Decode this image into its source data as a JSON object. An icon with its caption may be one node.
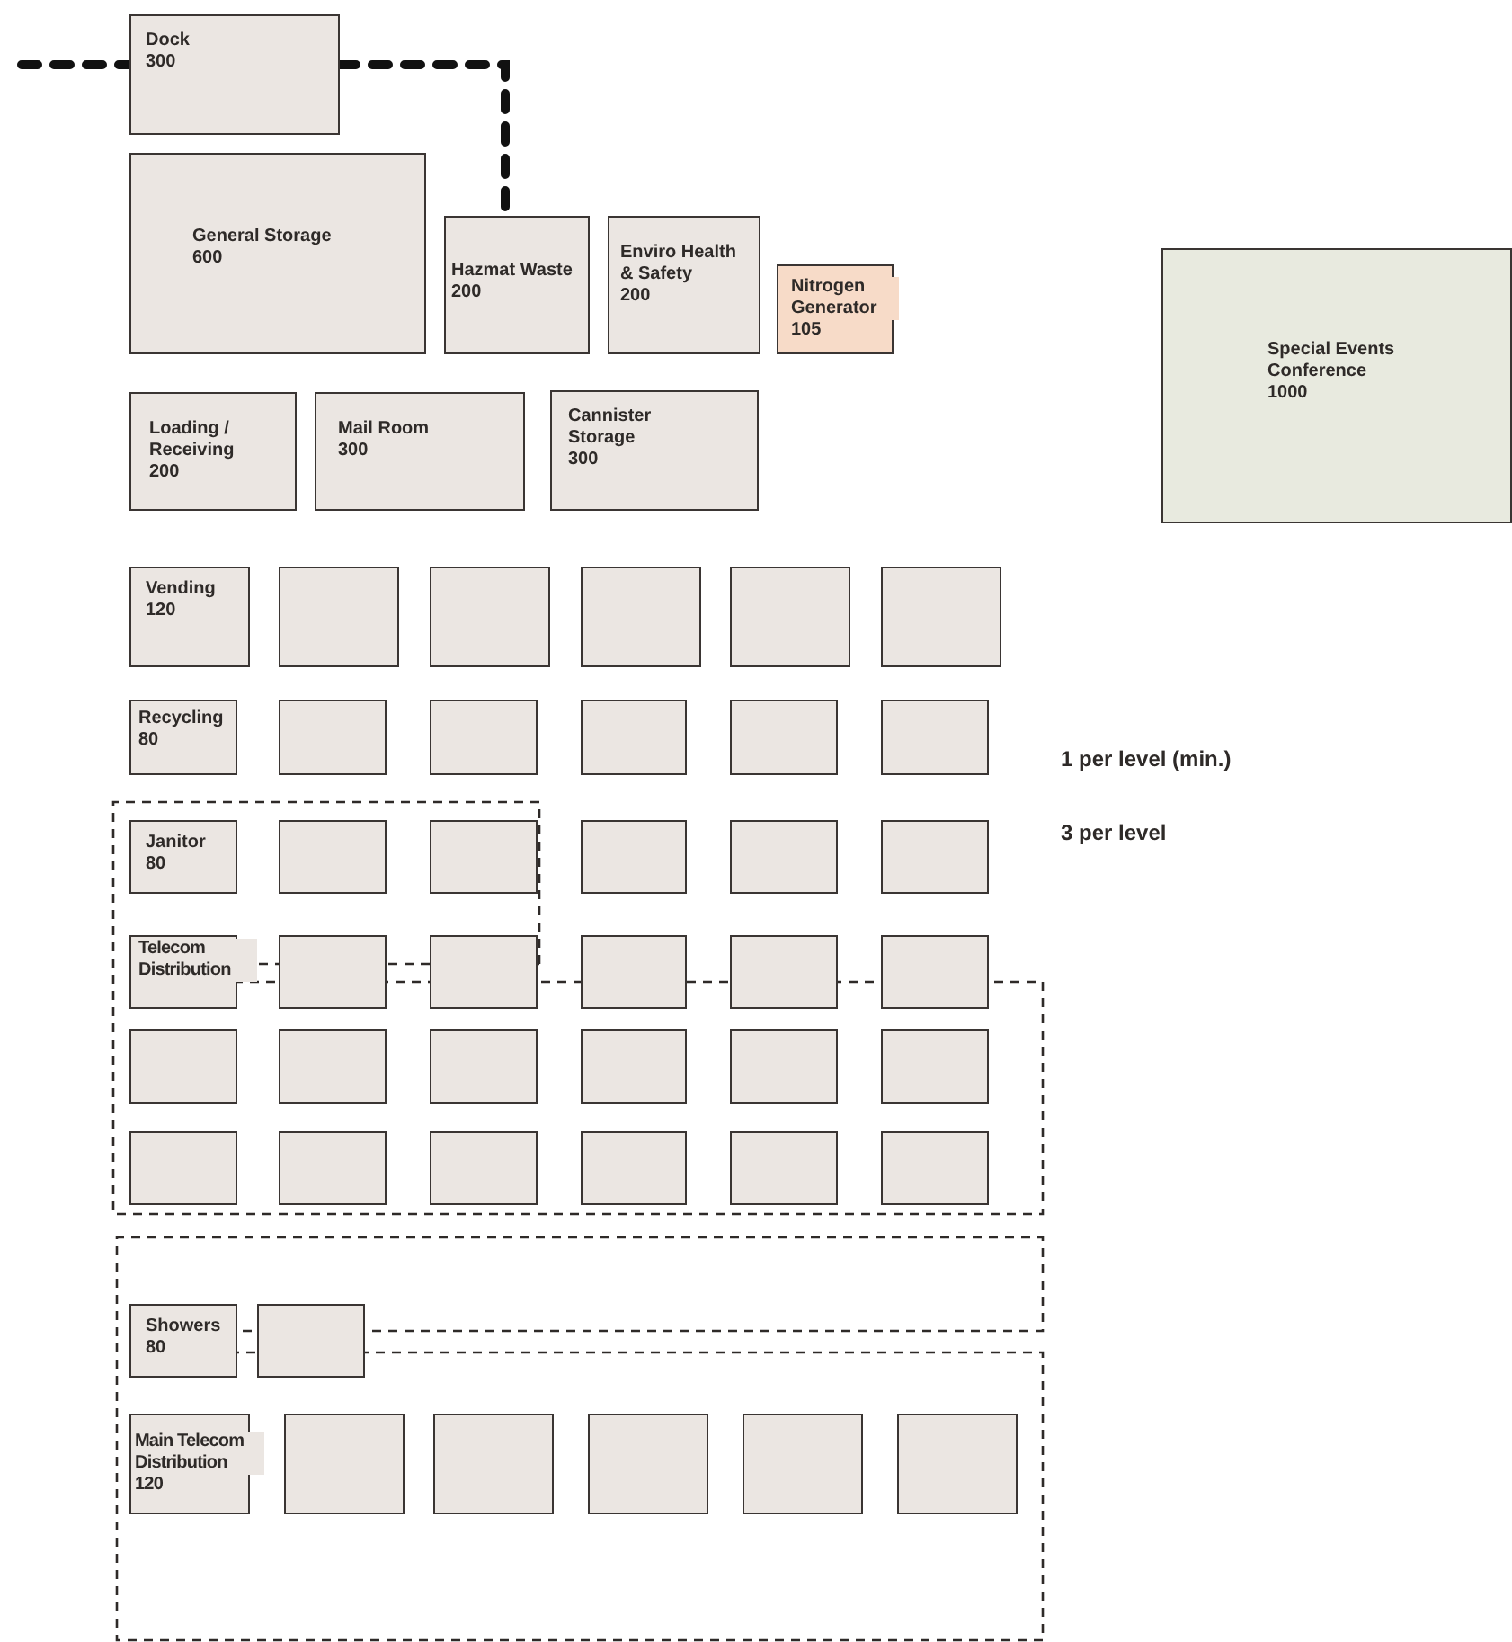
{
  "diagram": {
    "nodes": [
      {
        "text": [
          "Dock",
          "300"
        ]
      },
      {
        "text": [
          "General Storage",
          "600"
        ]
      },
      {
        "text": [
          "Hazmat Waste",
          "200"
        ]
      },
      {
        "text": [
          "Enviro Health & Safety",
          "200"
        ]
      },
      {
        "text": [
          "Nitrogen Generator",
          "105"
        ]
      },
      {
        "text": [
          "Special Events Conference",
          "1000"
        ]
      },
      {
        "text": [
          "Loading / Receiving",
          "200"
        ]
      },
      {
        "text": [
          "Mail Room",
          "300"
        ]
      },
      {
        "text": [
          "Cannister Storage",
          "300"
        ]
      },
      {
        "text": [
          "Vending",
          "120"
        ]
      },
      {
        "text": [],
        "shape": "box"
      },
      {
        "text": [],
        "shape": "box"
      },
      {
        "text": [],
        "shape": "box"
      },
      {
        "text": [],
        "shape": "box"
      },
      {
        "text": [],
        "shape": "box"
      },
      {
        "text": [
          "Recycling",
          "80"
        ]
      },
      {
        "text": [],
        "shape": "box"
      },
      {
        "text": [],
        "shape": "box"
      },
      {
        "text": [],
        "shape": "box"
      },
      {
        "text": [],
        "shape": "box"
      },
      {
        "text": [],
        "shape": "box"
      },
      {
        "text": [
          "Janitor",
          "80"
        ]
      },
      {
        "text": [],
        "shape": "box"
      },
      {
        "text": [],
        "shape": "box"
      },
      {
        "text": [],
        "shape": "box"
      },
      {
        "text": [],
        "shape": "box"
      },
      {
        "text": [],
        "shape": "box"
      },
      {
        "text": [
          "Telecom Distribution"
        ]
      },
      {
        "text": [],
        "shape": "box"
      },
      {
        "text": [],
        "shape": "box"
      },
      {
        "text": [],
        "shape": "box"
      },
      {
        "text": [],
        "shape": "box"
      },
      {
        "text": [],
        "shape": "box"
      },
      {
        "text": [],
        "shape": "box"
      },
      {
        "text": [],
        "shape": "box"
      },
      {
        "text": [],
        "shape": "box"
      },
      {
        "text": [],
        "shape": "box"
      },
      {
        "text": [],
        "shape": "box"
      },
      {
        "text": [],
        "shape": "box"
      },
      {
        "text": [],
        "shape": "box"
      },
      {
        "text": [],
        "shape": "box"
      },
      {
        "text": [],
        "shape": "box"
      },
      {
        "text": [],
        "shape": "box"
      },
      {
        "text": [],
        "shape": "box"
      },
      {
        "text": [],
        "shape": "box"
      },
      {
        "text": [
          "Showers",
          "80"
        ]
      },
      {
        "text": [],
        "shape": "box"
      },
      {
        "text": [
          "Main Telecom Distribution",
          "120"
        ]
      },
      {
        "text": [],
        "shape": "box"
      },
      {
        "text": [],
        "shape": "box"
      },
      {
        "text": [],
        "shape": "box"
      },
      {
        "text": [],
        "shape": "box"
      },
      {
        "text": [],
        "shape": "box"
      }
    ],
    "edges": [
      {
        "from": null,
        "to": 0,
        "arrow": "none",
        "style": "dashed"
      },
      {
        "from": 0,
        "to": 2,
        "arrow": "none",
        "style": "dashed"
      }
    ],
    "labels": [
      "1 per level (min.)",
      "3 per level"
    ]
  }
}
